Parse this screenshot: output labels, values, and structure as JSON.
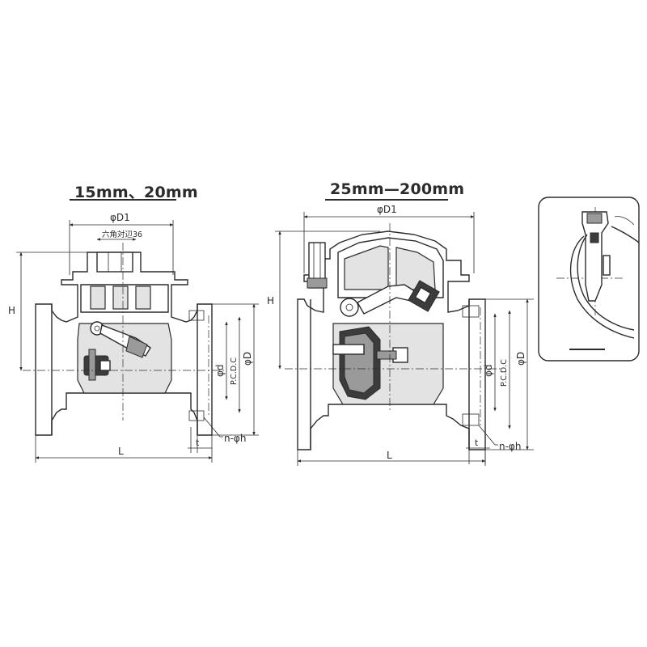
{
  "left_view": {
    "title": "15mm、20mm",
    "phi_d1": "φD1",
    "hex_label": "六角対辺36",
    "h": "H",
    "phi_d_small": "φd",
    "pcd": "P.C.D.C",
    "phi_d_large": "φD",
    "t": "t",
    "n_phi_h": "n-φh",
    "l": "L"
  },
  "right_view": {
    "title": "25mm—200mm",
    "phi_d1": "φD1",
    "h": "H",
    "phi_d_small": "φd",
    "pcd": "P.C.D.C",
    "phi_d_large": "φD",
    "t": "t",
    "n_phi_h": "n-φh",
    "l": "L"
  }
}
